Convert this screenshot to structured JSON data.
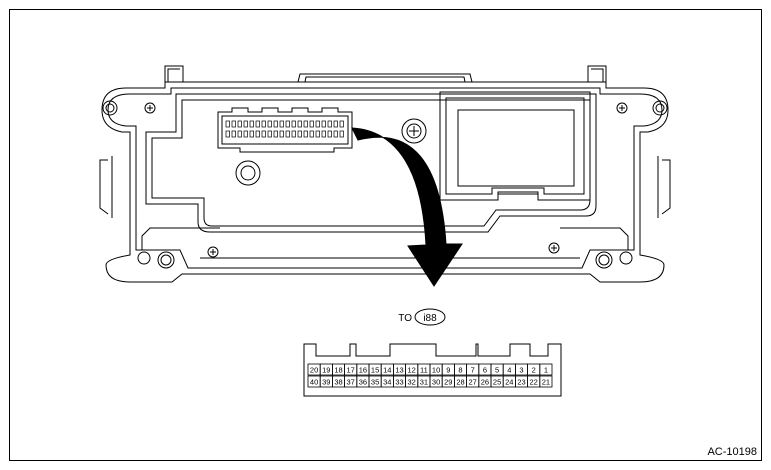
{
  "figure_id": "AC-10198",
  "connector_callout": {
    "prefix": "TO",
    "code": "i88"
  },
  "pins": {
    "top_row": [
      "20",
      "19",
      "18",
      "17",
      "16",
      "15",
      "14",
      "13",
      "12",
      "11",
      "10",
      "9",
      "8",
      "7",
      "6",
      "5",
      "4",
      "3",
      "2",
      "1"
    ],
    "bottom_row": [
      "40",
      "39",
      "38",
      "37",
      "36",
      "35",
      "34",
      "33",
      "32",
      "31",
      "30",
      "29",
      "28",
      "27",
      "26",
      "25",
      "24",
      "23",
      "22",
      "21"
    ]
  },
  "colors": {
    "line": "#000000",
    "background": "#ffffff",
    "arrow": "#000000"
  }
}
